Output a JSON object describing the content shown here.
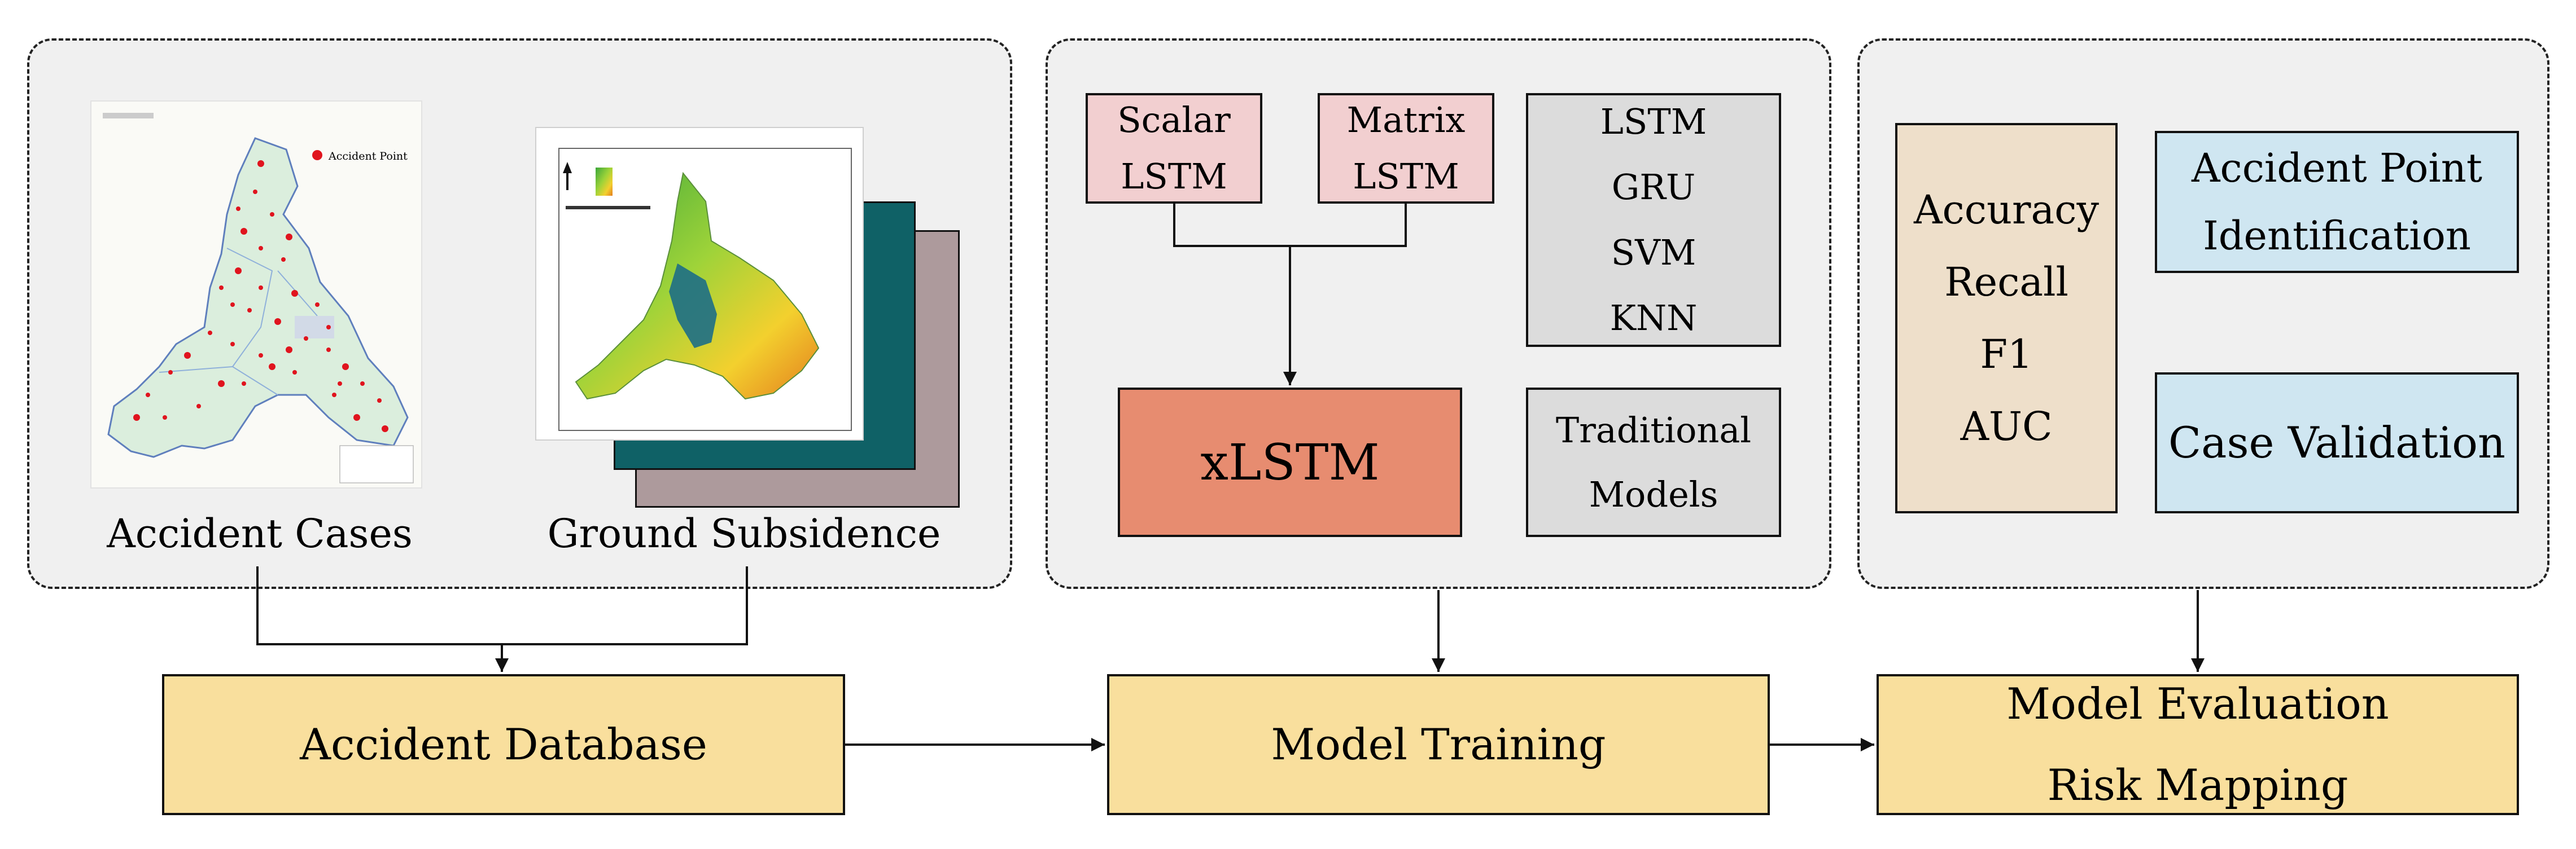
{
  "inputs_panel": {
    "map_a": {
      "legend_label": "Accident Point"
    },
    "caption_a": "Accident Cases",
    "caption_b": "Ground Subsidence"
  },
  "training_panel": {
    "scalar_lstm": [
      "Scalar",
      "LSTM"
    ],
    "matrix_lstm": [
      "Matrix",
      "LSTM"
    ],
    "xlstm": "xLSTM",
    "baselines": [
      "LSTM",
      "GRU",
      "SVM",
      "KNN"
    ],
    "traditional": [
      "Traditional",
      "Models"
    ]
  },
  "evaluation_panel": {
    "metrics": [
      "Accuracy",
      "Recall",
      "F1",
      "AUC"
    ],
    "identification": [
      "Accident Point",
      "Identification"
    ],
    "case_validation": "Case Validation"
  },
  "pipeline": {
    "accident_database": "Accident Database",
    "model_training": "Model Training",
    "model_evaluation": [
      "Model Evaluation",
      "Risk Mapping"
    ]
  },
  "colors": {
    "panel_fill": "#f0f0f0",
    "lstm_variant": "#f2cfd0",
    "xlstm": "#e78c70",
    "baseline": "#dcdcdc",
    "metrics": "#eedfca",
    "validation": "#cfe6f1",
    "pipeline": "#f9df9d",
    "teal_layer": "#0f6166",
    "mauve_layer": "#ad9a9c",
    "accident_dot": "#e0141e"
  }
}
